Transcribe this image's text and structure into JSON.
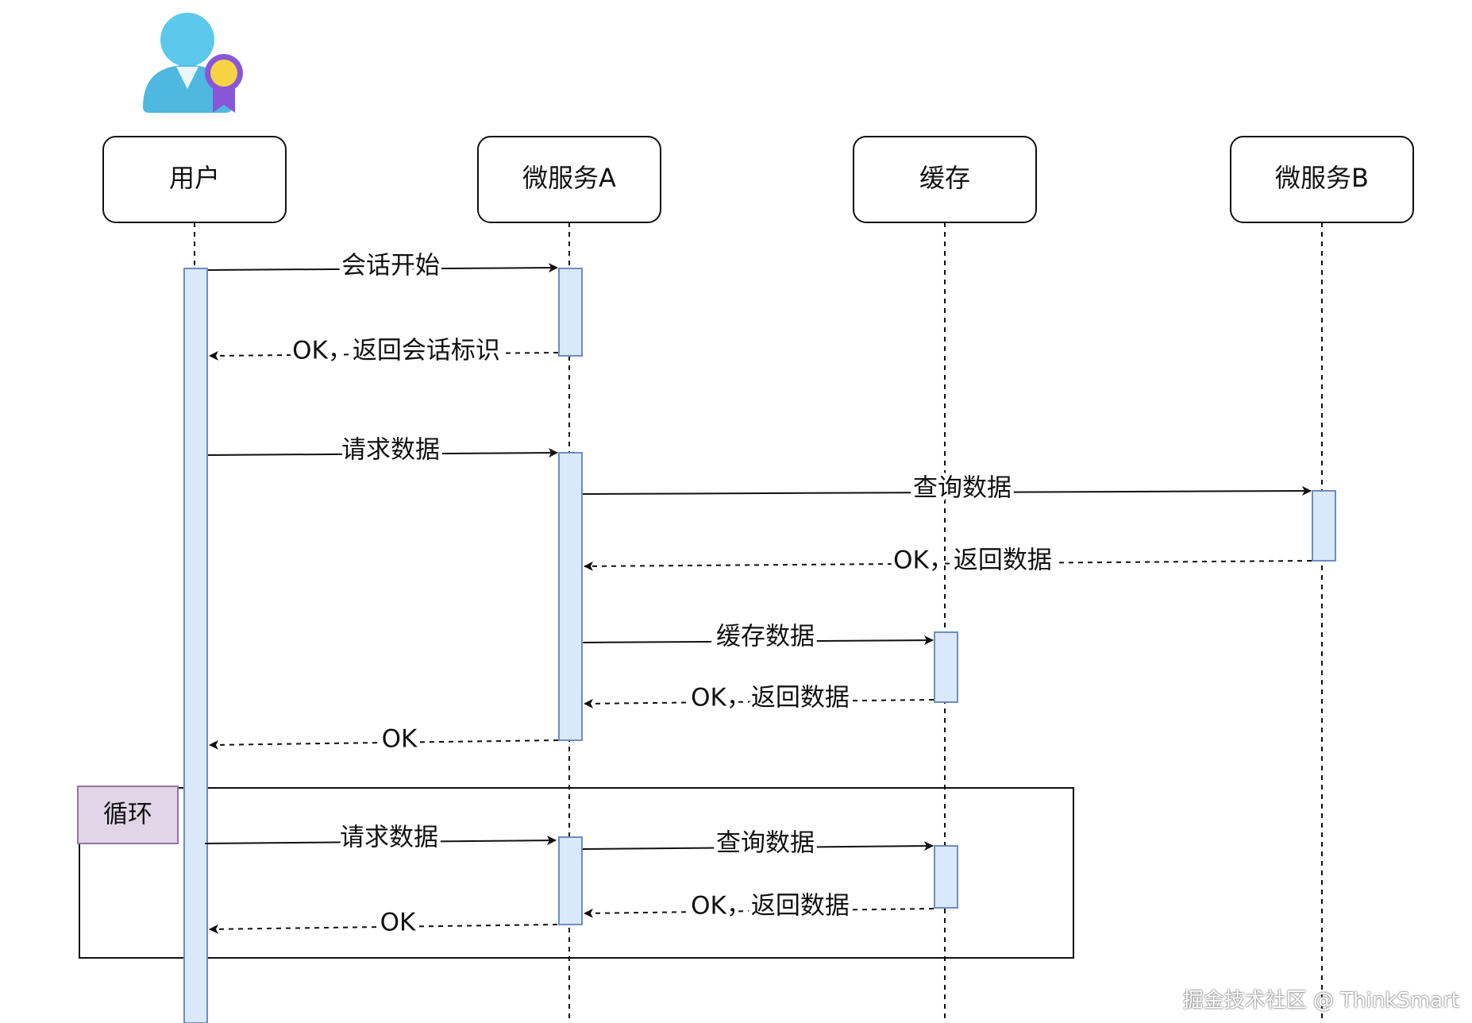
{
  "participants": [
    {
      "id": "user",
      "label": "用户"
    },
    {
      "id": "svcA",
      "label": "微服务A"
    },
    {
      "id": "cache",
      "label": "缓存"
    },
    {
      "id": "svcB",
      "label": "微服务B"
    }
  ],
  "messages": [
    {
      "from": "user",
      "to": "svcA",
      "label": "会话开始",
      "style": "solid"
    },
    {
      "from": "svcA",
      "to": "user",
      "label": "OK，返回会话标识",
      "style": "dashed"
    },
    {
      "from": "user",
      "to": "svcA",
      "label": "请求数据",
      "style": "solid"
    },
    {
      "from": "svcA",
      "to": "svcB",
      "label": "查询数据",
      "style": "solid"
    },
    {
      "from": "svcB",
      "to": "svcA",
      "label": "OK，返回数据",
      "style": "dashed"
    },
    {
      "from": "svcA",
      "to": "cache",
      "label": "缓存数据",
      "style": "solid"
    },
    {
      "from": "cache",
      "to": "svcA",
      "label": "OK，返回数据",
      "style": "dashed"
    },
    {
      "from": "svcA",
      "to": "user",
      "label": "OK",
      "style": "dashed"
    },
    {
      "from": "user",
      "to": "svcA",
      "label": "请求数据",
      "style": "solid"
    },
    {
      "from": "svcA",
      "to": "cache",
      "label": "查询数据",
      "style": "solid"
    },
    {
      "from": "cache",
      "to": "svcA",
      "label": "OK，返回数据",
      "style": "dashed"
    },
    {
      "from": "svcA",
      "to": "user",
      "label": "OK",
      "style": "dashed"
    }
  ],
  "loop_frame": {
    "label": "循环"
  },
  "watermark": "掘金技术社区 @ ThinkSmart",
  "colors": {
    "activation_fill": "#dae8fc",
    "activation_stroke": "#6c8ebf",
    "loop_label_fill": "#e1d5e7",
    "loop_label_stroke": "#9673a6",
    "line": "#111111",
    "avatar_body": "#5bc8ec",
    "avatar_badge": "#f5d343",
    "avatar_ribbon": "#8a56d9"
  },
  "icon": "user-badge-icon"
}
